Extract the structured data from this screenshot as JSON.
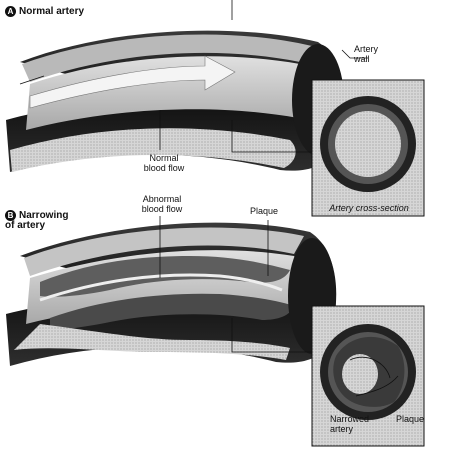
{
  "panels": [
    {
      "badge": "A",
      "title": "Normal artery",
      "labels": {
        "artery_wall": "Artery wall",
        "normal_blood_flow": "Normal blood flow",
        "cross_section": "Artery cross-section"
      }
    },
    {
      "badge": "B",
      "title": "Narrowing of artery",
      "labels": {
        "abnormal_blood_flow": "Abnormal blood flow",
        "plaque_top": "Plaque",
        "narrowed_artery": "Narrowed artery",
        "plaque_bottom": "Plaque"
      }
    }
  ],
  "colors": {
    "ink": "#111111",
    "wall_dark": "#2a2a2a",
    "wall_light": "#bdbdbd",
    "lumen": "#d9d9d9",
    "plaque": "#6a6a6a",
    "inset_bg": "#e6e6e6"
  }
}
